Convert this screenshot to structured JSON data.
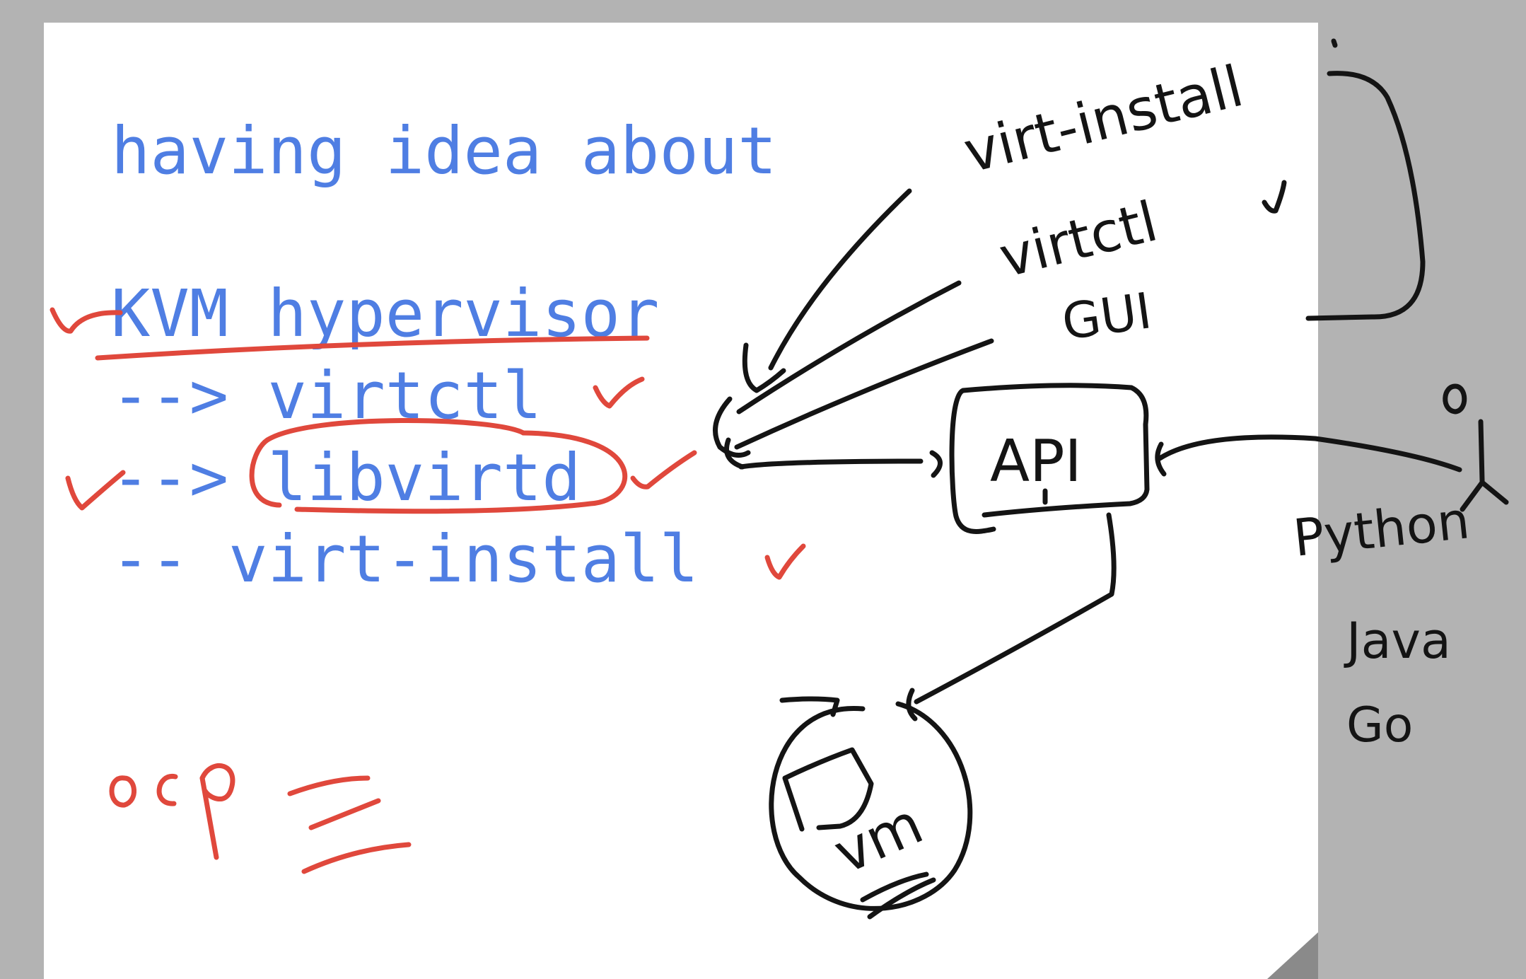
{
  "typed_notes": {
    "title": "having idea about",
    "lines": [
      "KVM hypervisor",
      "--> virtctl",
      "--> libvirtd",
      "-- virt-install"
    ]
  },
  "handwritten": {
    "tools": [
      "virt-install",
      "virtctl",
      "GUI"
    ],
    "api": "API",
    "vm": "vm",
    "languages": [
      "Python",
      "Java",
      "Go"
    ],
    "ocp": "ocp"
  },
  "colors": {
    "background": "#b3b3b3",
    "paper": "#ffffff",
    "typed_text": "#4f7ee3",
    "red_ink": "#e0483c",
    "black_ink": "#141414"
  }
}
